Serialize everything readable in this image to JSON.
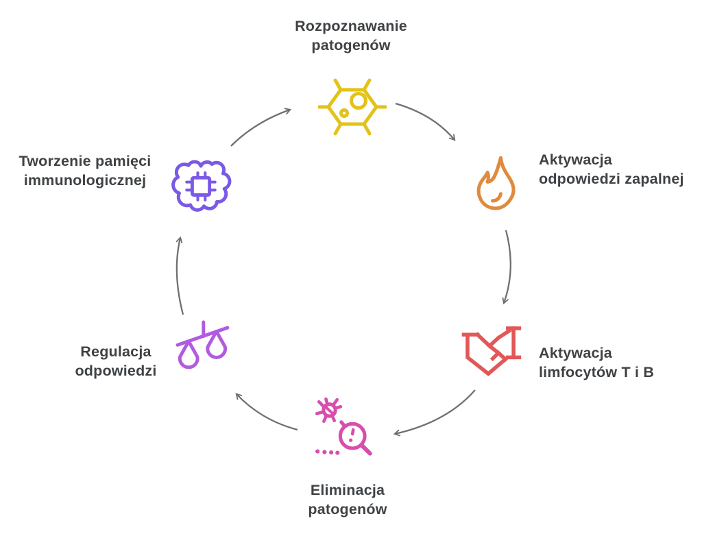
{
  "diagram": {
    "type": "cycle",
    "direction": "clockwise",
    "background": "#FFFFFF",
    "text_color": "#3F4245",
    "arrow_color": "#6F6F6F",
    "nodes": [
      {
        "id": "rozpoznawanie-patogenow",
        "lines": [
          "Rozpoznawanie",
          "patogenów"
        ],
        "icon": "pathogen-cell-icon",
        "color": "#E3C219"
      },
      {
        "id": "aktywacja-odpowiedzi-zapalnej",
        "lines": [
          "Aktywacja",
          "odpowiedzi zapalnej"
        ],
        "icon": "flame-icon",
        "color": "#E08A3E"
      },
      {
        "id": "aktywacja-limfocytow-t-i-b",
        "lines": [
          "Aktywacja",
          "limfocytów T i B"
        ],
        "icon": "handshake-icon",
        "color": "#E25757"
      },
      {
        "id": "eliminacja-patogenow",
        "lines": [
          "Eliminacja",
          "patogenów"
        ],
        "icon": "magnifier-bug-icon",
        "color": "#D84DAE"
      },
      {
        "id": "regulacja-odpowiedzi",
        "lines": [
          "Regulacja",
          "odpowiedzi"
        ],
        "icon": "balance-scale-icon",
        "color": "#B15BE0"
      },
      {
        "id": "tworzenie-pamieci-immunologicznej",
        "lines": [
          "Tworzenie pamięci",
          "immunologicznej"
        ],
        "icon": "brain-chip-icon",
        "color": "#7A5AE5"
      }
    ],
    "cycle_order": [
      "rozpoznawanie-patogenow",
      "aktywacja-odpowiedzi-zapalnej",
      "aktywacja-limfocytow-t-i-b",
      "eliminacja-patogenow",
      "regulacja-odpowiedzi",
      "tworzenie-pamieci-immunologicznej"
    ]
  }
}
